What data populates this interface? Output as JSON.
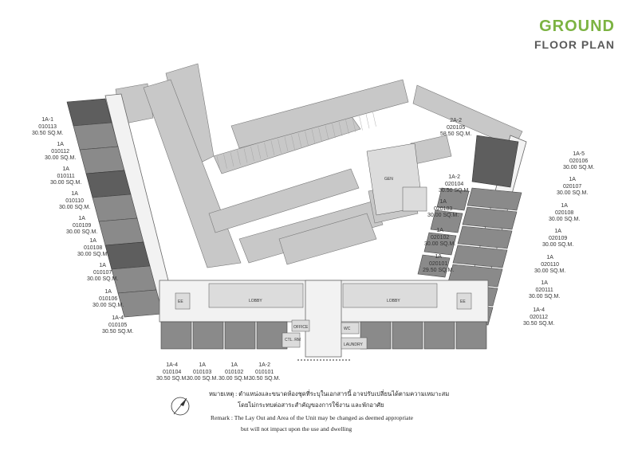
{
  "title": {
    "line1": "GROUND",
    "line2": "FLOOR PLAN"
  },
  "plan_labels": {
    "lobby": "LOBBY",
    "ee": "EE",
    "office": "OFFICE",
    "ctl_rm": "CTL. RM",
    "wc": "WC",
    "laundry": "LAUNDRY",
    "gen": "GEN"
  },
  "left_units": [
    {
      "type": "1A-1",
      "code": "010113",
      "area": "30.50 SQ.M."
    },
    {
      "type": "1A",
      "code": "010112",
      "area": "30.00 SQ.M."
    },
    {
      "type": "1A",
      "code": "010111",
      "area": "30.00 SQ.M."
    },
    {
      "type": "1A",
      "code": "010110",
      "area": "30.00 SQ.M."
    },
    {
      "type": "1A",
      "code": "010109",
      "area": "30.00 SQ.M."
    },
    {
      "type": "1A",
      "code": "010108",
      "area": "30.00 SQ.M."
    },
    {
      "type": "1A",
      "code": "010107",
      "area": "30.00 SQ.M."
    },
    {
      "type": "1A",
      "code": "010106",
      "area": "30.00 SQ.M."
    },
    {
      "type": "1A-4",
      "code": "010105",
      "area": "30.50 SQ.M."
    }
  ],
  "bottom_units": [
    {
      "type": "1A-4",
      "code": "010104",
      "area": "30.50 SQ.M."
    },
    {
      "type": "1A",
      "code": "010103",
      "area": "30.00 SQ.M."
    },
    {
      "type": "1A",
      "code": "010102",
      "area": "30.00 SQ.M."
    },
    {
      "type": "1A-2",
      "code": "010101",
      "area": "30.50 SQ.M."
    }
  ],
  "mid_units": [
    {
      "type": "2A-2",
      "code": "020105",
      "area": "58.50 SQ.M."
    },
    {
      "type": "1A-2",
      "code": "020104",
      "area": "30.50 SQ.M."
    },
    {
      "type": "1A",
      "code": "020103",
      "area": "30.00 SQ.M."
    },
    {
      "type": "1A",
      "code": "020102",
      "area": "30.00 SQ.M."
    },
    {
      "type": "1A",
      "code": "020101",
      "area": "29.50 SQ.M."
    }
  ],
  "right_units": [
    {
      "type": "1A-5",
      "code": "020106",
      "area": "30.00 SQ.M."
    },
    {
      "type": "1A",
      "code": "020107",
      "area": "30.00 SQ.M."
    },
    {
      "type": "1A",
      "code": "020108",
      "area": "30.00 SQ.M."
    },
    {
      "type": "1A",
      "code": "020109",
      "area": "30.00 SQ.M."
    },
    {
      "type": "1A",
      "code": "020110",
      "area": "30.00 SQ.M."
    },
    {
      "type": "1A",
      "code": "020111",
      "area": "30.00 SQ.M."
    },
    {
      "type": "1A-4",
      "code": "020112",
      "area": "30.50 SQ.M."
    }
  ],
  "remarks": {
    "thai_1": "หมายเหตุ : ตำแหน่งและขนาดห้องชุดที่ระบุในเอกสารนี้ อาจปรับเปลี่ยนได้ตามความเหมาะสม",
    "thai_2": "โดยไม่กระทบต่อสาระสำคัญของการใช้งาน และพักอาศัย",
    "en_1": "Remark : The Lay Out and Area of the Unit may be changed as deemed appropriate",
    "en_2": "but will not impact upon the use and dwelling"
  },
  "icons": {
    "north": "north-arrow-icon"
  },
  "colors": {
    "title_green": "#7cb342",
    "title_gray": "#5a5a5a"
  }
}
